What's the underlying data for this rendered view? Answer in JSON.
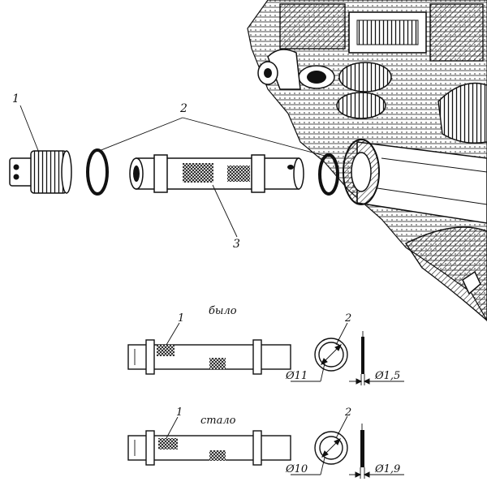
{
  "labels": {
    "top_part_1": "1",
    "top_part_2": "2",
    "top_part_3": "3",
    "was_caption": "было",
    "was_part_1": "1",
    "was_part_2": "2",
    "was_dia_ring": "Ø11",
    "was_dia_wire": "Ø1,5",
    "now_caption": "стало",
    "now_part_1": "1",
    "now_part_2": "2",
    "now_dia_ring": "Ø10",
    "now_dia_wire": "Ø1,9"
  }
}
